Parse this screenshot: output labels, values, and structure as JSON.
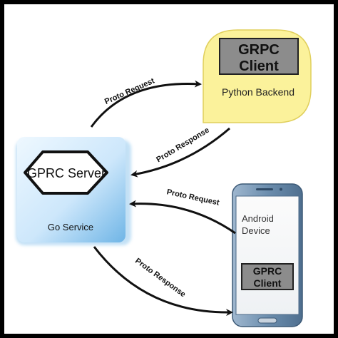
{
  "client_box": {
    "title_line1": "GRPC",
    "title_line2": "Client",
    "caption": "Python Backend"
  },
  "server_box": {
    "title": "GPRC Server",
    "caption": "Go Service"
  },
  "device": {
    "label_line1": "Android",
    "label_line2": "Device",
    "client_line1": "GPRC",
    "client_line2": "Client"
  },
  "arrows": {
    "server_to_python": "Proto Request",
    "python_to_server": "Proto Response",
    "device_to_server": "Proto Request",
    "server_to_device": "Proto Response"
  },
  "colors": {
    "bubble_fill": "#fbf29b",
    "bubble_stroke": "#e3d260",
    "server_fill": "#d6ecfb",
    "server_edge": "#7fbde8",
    "label_box_fill": "#8a8a8a",
    "device_body": "#6f8fad"
  }
}
